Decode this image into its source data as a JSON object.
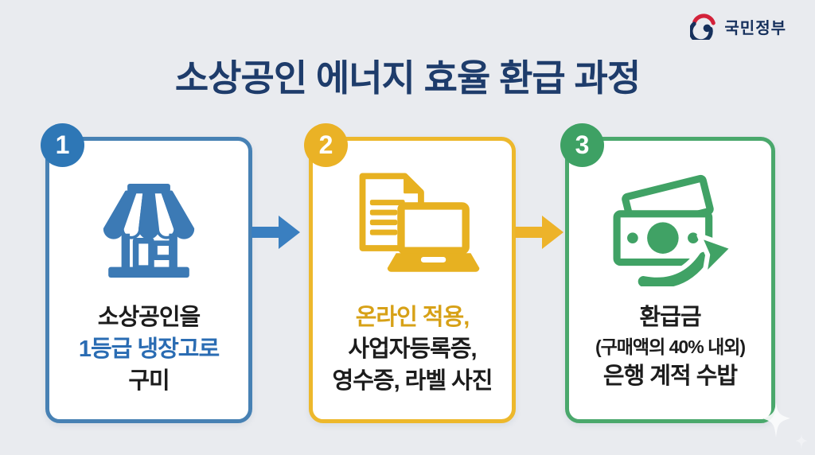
{
  "header": {
    "title": "소상공인 에너지 효율 환급 과정",
    "logo_text": "국민정부"
  },
  "steps": [
    {
      "number": "1",
      "icon": "storefront-icon",
      "accent_color": "#3a7cb8",
      "lines": [
        {
          "text": "소상공인을",
          "emphasis": false
        },
        {
          "text": "1등급 냉장고로",
          "emphasis": true
        },
        {
          "text": "구미",
          "emphasis": false
        }
      ]
    },
    {
      "number": "2",
      "icon": "documents-laptop-icon",
      "accent_color": "#ecb32a",
      "lines": [
        {
          "text": "온라인 적용,",
          "emphasis": true
        },
        {
          "text": "사업자등록증,",
          "emphasis": false
        },
        {
          "text": "영수증, 라벨 사진",
          "emphasis": false
        }
      ]
    },
    {
      "number": "3",
      "icon": "money-arrow-icon",
      "accent_color": "#3fa164",
      "lines": [
        {
          "text": "환급금",
          "emphasis": false
        },
        {
          "text": "(구매액의 40% 내외)",
          "emphasis": false,
          "small": true
        },
        {
          "text": "은행 계적 수밥",
          "emphasis": false
        }
      ]
    }
  ],
  "colors": {
    "background": "#e9ebef",
    "title_navy": "#1e3c6b",
    "card_bg": "#ffffff",
    "step1_blue_border": "#4781b4",
    "step1_blue_badge": "#2e77b6",
    "step1_blue_icon": "#3c7ab5",
    "step1_blue_text": "#2a6cb3",
    "step2_gold_border": "#edb82c",
    "step2_gold_badge": "#eab226",
    "step2_gold_icon": "#e7b121",
    "step2_gold_text": "#d7a117",
    "step3_green_border": "#4aa86c",
    "step3_green_badge": "#3ea164",
    "step3_green_icon": "#40a265",
    "body_text": "#1c1c1c",
    "logo_navy": "#16305c",
    "logo_red": "#d3223a"
  }
}
